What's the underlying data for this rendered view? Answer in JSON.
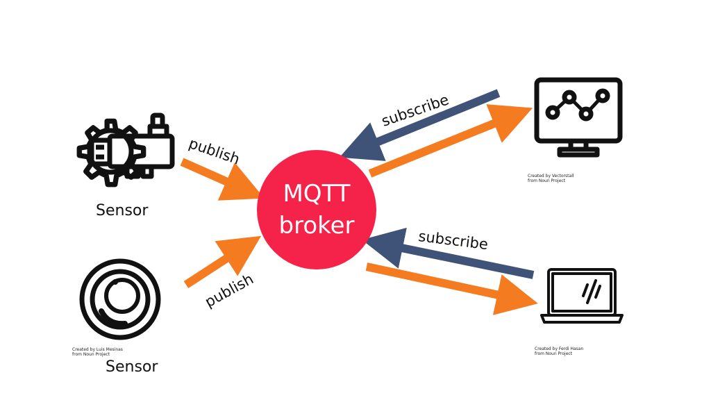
{
  "colors": {
    "publish_arrow": "#F47B20",
    "subscribe_arrow": "#3F5277",
    "broker_fill": "#F5224A",
    "icon_stroke": "#111111"
  },
  "broker": {
    "line1": "MQTT",
    "line2": "broker"
  },
  "nodes": {
    "sensor_top": {
      "label": "Sensor",
      "icon": "engine-sensor-icon"
    },
    "sensor_bottom": {
      "label": "Sensor",
      "icon": "round-sensor-icon",
      "credit_line1": "Created by Luis Mesinas",
      "credit_line2": "from Noun Project"
    },
    "monitor": {
      "icon": "monitor-chart-icon",
      "credit_line1": "Created by Vectorstall",
      "credit_line2": "from Noun Project"
    },
    "laptop": {
      "icon": "laptop-icon",
      "credit_line1": "Created by Ferdi Hasan",
      "credit_line2": "from Noun Project"
    }
  },
  "edges": {
    "publish_top": "publish",
    "publish_bottom": "publish",
    "subscribe_top": "subscribe",
    "subscribe_bottom": "subscribe"
  }
}
